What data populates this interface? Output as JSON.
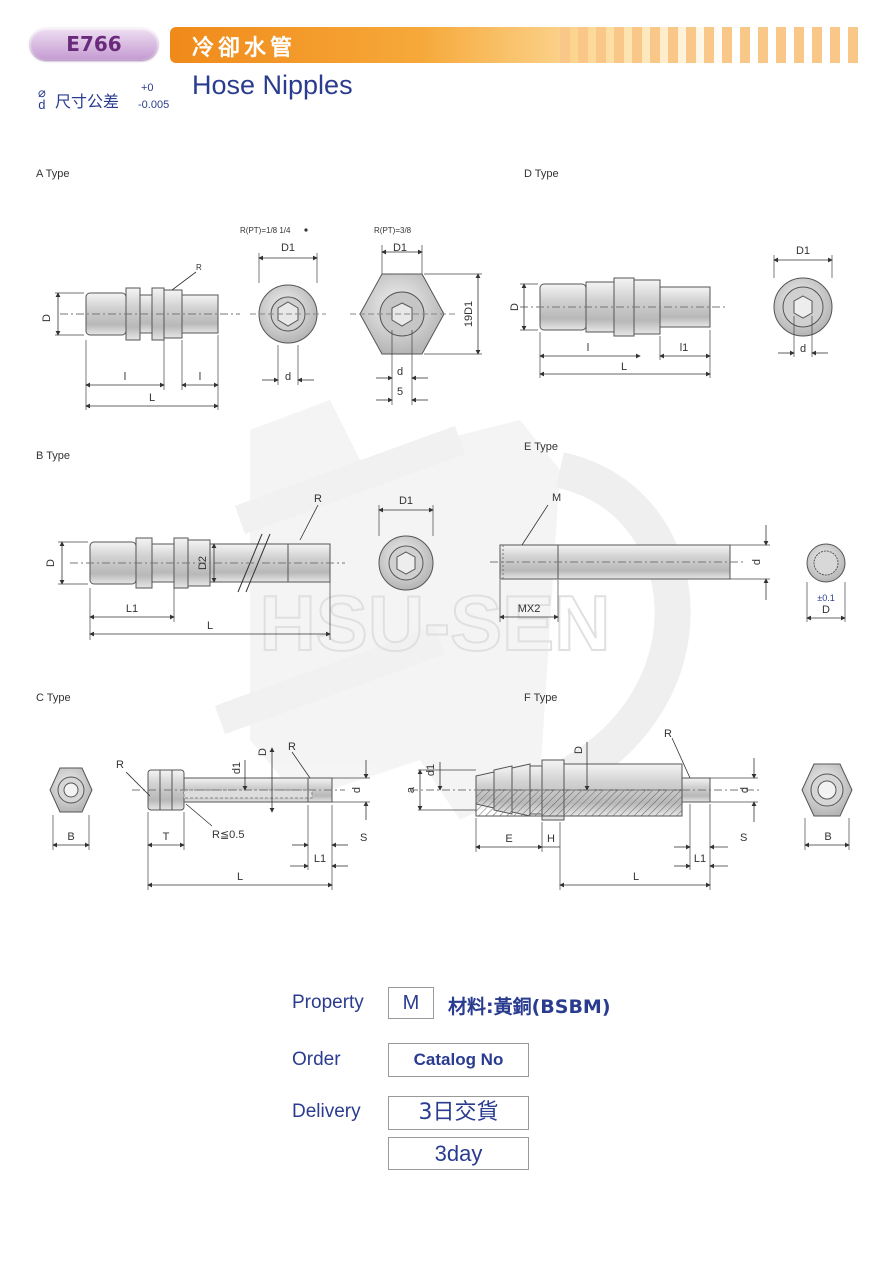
{
  "header": {
    "code": "E766",
    "title_zh": "冷卻水管",
    "title_en": "Hose Nipples",
    "tolerance_symbol_top": "⌀",
    "tolerance_symbol_bottom": "d",
    "tolerance_label": "尺寸公差",
    "tolerance_upper": "+0",
    "tolerance_lower": "-0.005",
    "accent_color": "#f08a1a",
    "brand_color": "#2a3c8f"
  },
  "watermark": "HSU-SEN",
  "types": {
    "a": "A Type",
    "b": "B Type",
    "c": "C Type",
    "d": "D Type",
    "e": "E Type",
    "f": "F Type"
  },
  "dims": {
    "d": "D",
    "d1": "D1",
    "d2": "D2",
    "small_d": "d",
    "small_d1": "d1",
    "r": "R",
    "l": "L",
    "small_l": "l",
    "small_l1": "l1",
    "l1": "L1",
    "rpt_a": "R(PT)=1/8 1/4",
    "rpt_hex": "R(PT)=3/8",
    "hex_19d1": "19D1",
    "five": "5",
    "m": "M",
    "mx2": "MX2",
    "pm01": "±0.1",
    "b": "B",
    "t": "T",
    "s": "S",
    "r05": "R≦0.5",
    "e": "E",
    "h": "H",
    "a": "a"
  },
  "footer": {
    "property_label": "Property",
    "property_value": "M",
    "material": "材料:黃銅(BSBM)",
    "order_label": "Order",
    "order_value": "Catalog No",
    "delivery_label": "Delivery",
    "delivery_value_zh": "3日交貨",
    "delivery_value_en": "3day"
  }
}
